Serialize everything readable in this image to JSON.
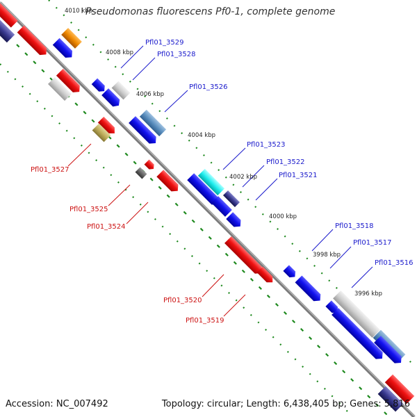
{
  "title": "Pseudomonas fluorescens Pf0-1, complete genome",
  "accession": "Accession: NC_007492",
  "summary": "Topology: circular; Length: 6,438,405 bp; Genes: 5,816",
  "colors": {
    "forward": "#ee0000",
    "reverse": "#0000ee",
    "backbone": "#888888",
    "tick": "#1f8a1f"
  },
  "scale_labels": [
    "4010 kbp",
    "4008 kbp",
    "4006 kbp",
    "4004 kbp",
    "4002 kbp",
    "4000 kbp",
    "3998 kbp",
    "3996 kbp"
  ],
  "gene_labels": {
    "forward": [
      "Pfl01_3527",
      "Pfl01_3525",
      "Pfl01_3524",
      "Pfl01_3520",
      "Pfl01_3519"
    ],
    "reverse": [
      "Pfl01_3529",
      "Pfl01_3528",
      "Pfl01_3526",
      "Pfl01_3523",
      "Pfl01_3522",
      "Pfl01_3521",
      "Pfl01_3518",
      "Pfl01_3517",
      "Pfl01_3516"
    ]
  }
}
